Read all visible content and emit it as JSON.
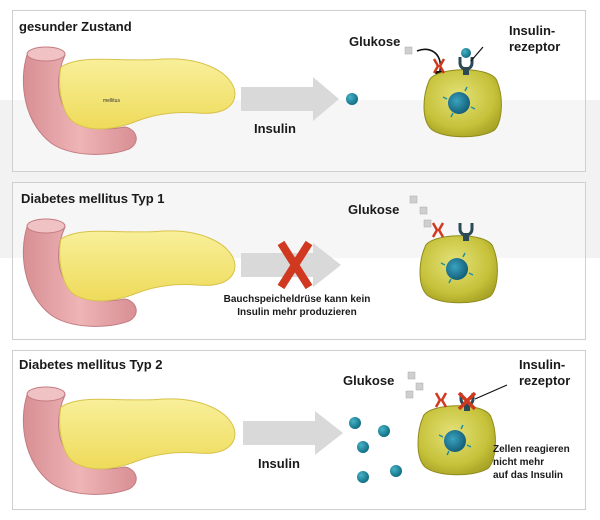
{
  "panels": [
    {
      "title": "gesunder Zustand",
      "glucose_label": "Glukose",
      "arrow_label": "Insulin",
      "receptor_label_line1": "Insulin-",
      "receptor_label_line2": "rezeptor",
      "pancreas_tiny_text": "mellitus"
    },
    {
      "title": "Diabetes mellitus Typ 1",
      "glucose_label": "Glukose",
      "caption_line1": "Bauchspeicheldrüse kann kein",
      "caption_line2": "Insulin mehr produzieren"
    },
    {
      "title": "Diabetes mellitus Typ 2",
      "glucose_label": "Glukose",
      "arrow_label": "Insulin",
      "receptor_label_line1": "Insulin-",
      "receptor_label_line2": "rezeptor",
      "cell_note_line1": "Zellen reagieren",
      "cell_note_line2": "nicht mehr",
      "cell_note_line3": "auf das Insulin"
    }
  ],
  "colors": {
    "pancreas_body": "#f3e77c",
    "duodenum": "#e7a4a7",
    "cell": "#c9c63a",
    "nucleus": "#1d7f97",
    "insulin": "#1d8fa3",
    "block": "#d0391f",
    "arrow": "#d9d9d9"
  }
}
